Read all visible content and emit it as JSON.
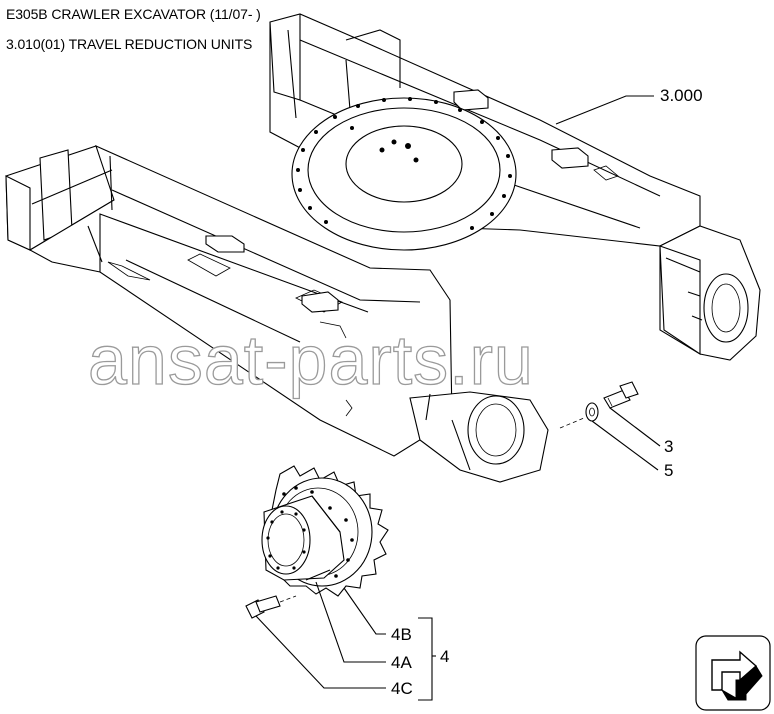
{
  "header": {
    "line1": "E305B CRAWLER EXCAVATOR (11/07- )",
    "line2": "3.010(01) TRAVEL REDUCTION UNITS"
  },
  "watermark": "ansat-parts.ru",
  "callouts": {
    "frame": "3.000",
    "screw": "3",
    "washer": "5",
    "group": "4",
    "sub_b": "4B",
    "sub_a": "4A",
    "sub_c": "4C"
  },
  "icons": {
    "nav": "arrow-icon"
  }
}
